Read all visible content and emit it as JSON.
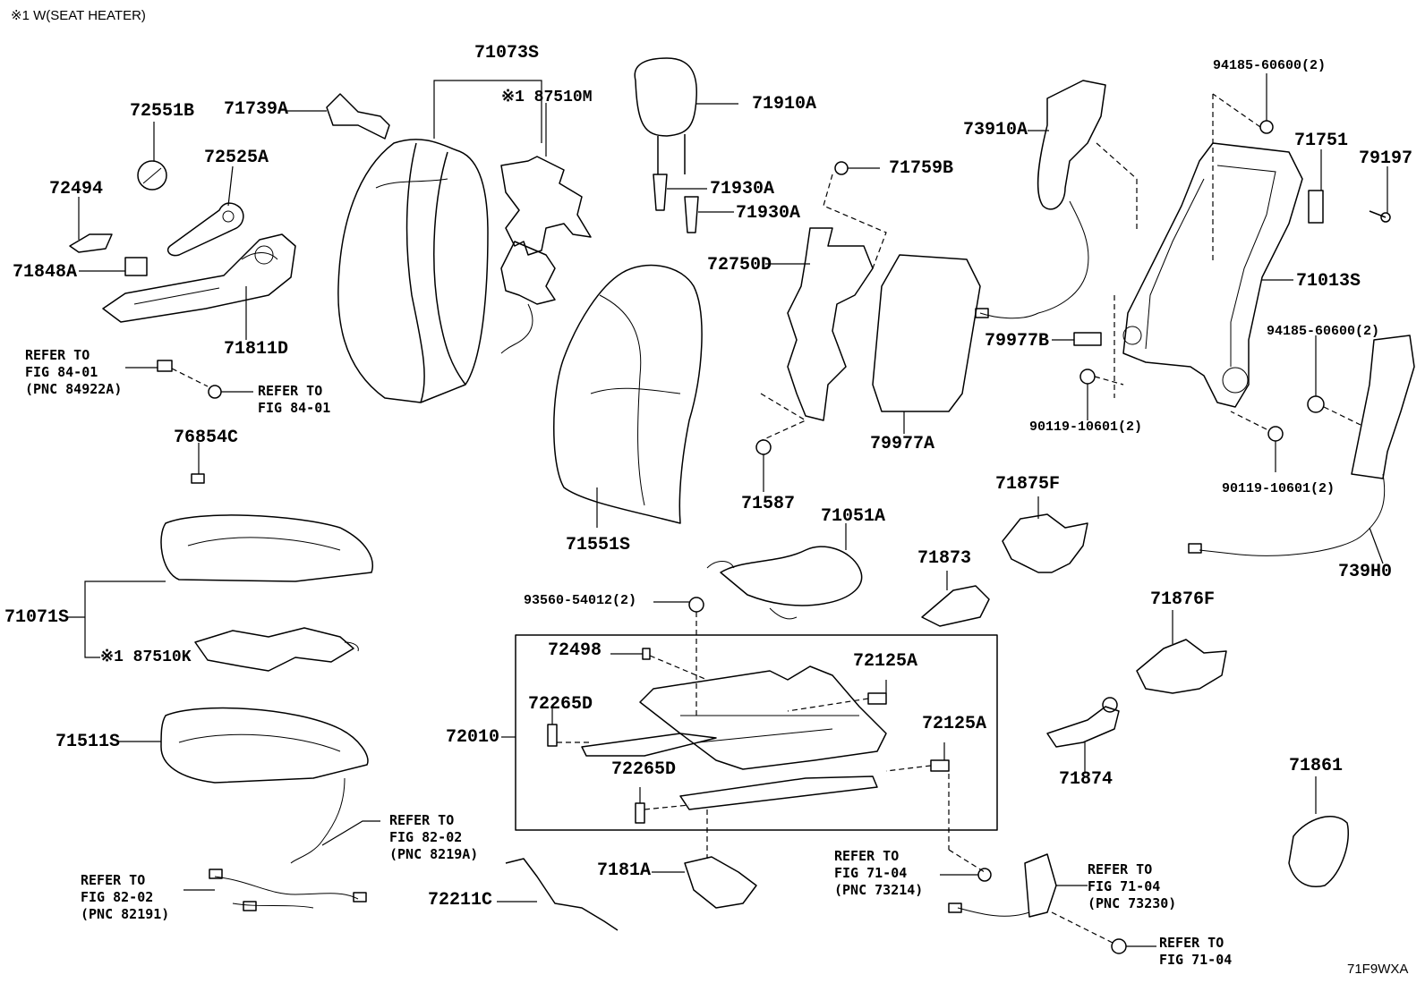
{
  "diagram": {
    "header_note": "※1 W(SEAT HEATER)",
    "figure_code": "71F9WXA"
  },
  "labels": {
    "p71073S": "71073S",
    "p87510M": "※1 87510M",
    "p72551B": "72551B",
    "p71739A": "71739A",
    "p72525A": "72525A",
    "p72494": "72494",
    "p71848A": "71848A",
    "p71811D": "71811D",
    "p76854C": "76854C",
    "p71071S": "71071S",
    "p87510K": "※1 87510K",
    "p71511S": "71511S",
    "p71910A": "71910A",
    "p71930A_1": "71930A",
    "p71930A_2": "71930A",
    "p71551S": "71551S",
    "p71759B": "71759B",
    "p72750D": "72750D",
    "p79977A": "79977A",
    "p71587": "71587",
    "p71051A": "71051A",
    "p93560": "93560-54012(2)",
    "p72498": "72498",
    "p72265D_1": "72265D",
    "p72265D_2": "72265D",
    "p72010": "72010",
    "p72125A_1": "72125A",
    "p72125A_2": "72125A",
    "p7181A": "7181A",
    "p72211C": "72211C",
    "p71873": "71873",
    "p71875F": "71875F",
    "p71876F": "71876F",
    "p71874": "71874",
    "p71861": "71861",
    "p73910A": "73910A",
    "p79977B": "79977B",
    "p90119_1": "90119-10601(2)",
    "p90119_2": "90119-10601(2)",
    "p94185_1": "94185-60600(2)",
    "p94185_2": "94185-60600(2)",
    "p71751": "71751",
    "p79197": "79197",
    "p71013S": "71013S",
    "p739H0": "739H0"
  },
  "refs": {
    "r1": [
      "REFER TO",
      "FIG 84-01",
      "(PNC 84922A)"
    ],
    "r2": [
      "REFER TO",
      "FIG 84-01"
    ],
    "r3": [
      "REFER TO",
      "FIG 82-02",
      "(PNC 8219A)"
    ],
    "r4": [
      "REFER TO",
      "FIG 82-02",
      "(PNC 82191)"
    ],
    "r5": [
      "REFER TO",
      "FIG 71-04",
      "(PNC 73214)"
    ],
    "r6": [
      "REFER TO",
      "FIG 71-04",
      "(PNC 73230)"
    ],
    "r7": [
      "REFER TO",
      "FIG 71-04"
    ]
  }
}
